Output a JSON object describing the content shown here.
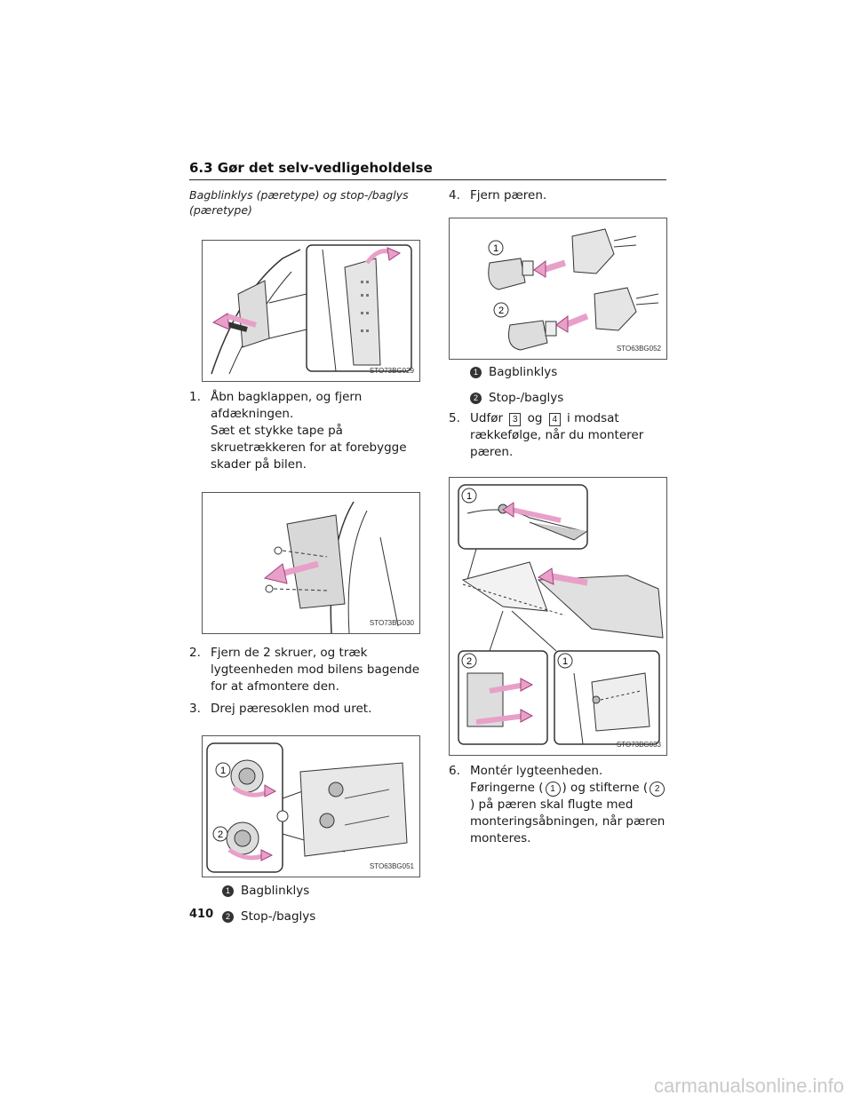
{
  "header": {
    "title": "6.3 Gør det selv-vedligeholdelse"
  },
  "subtitle": "Bagblinklys (pæretype) og stop-/baglys (pæretype)",
  "figures": {
    "f1": "STO73BG029",
    "f2": "STO73BG030",
    "f3": "STO63BG051",
    "f4": "STO63BG052",
    "f5": "STO73BG033"
  },
  "steps": {
    "s1_num": "1.",
    "s1_text": "Åbn bagklappen, og fjern afdækningen.",
    "s1_note": "Sæt et stykke tape på skruetrækkeren for at forebygge skader på bilen.",
    "s2_num": "2.",
    "s2_text": "Fjern de 2 skruer, og træk lygteenheden mod bilens bagende for at afmontere den.",
    "s3_num": "3.",
    "s3_text": "Drej pæresoklen mod uret.",
    "s4_num": "4.",
    "s4_text": "Fjern pæren.",
    "s5_num": "5.",
    "s5_pre": "Udfør",
    "s5_ref1": "3",
    "s5_mid": "og",
    "s5_ref2": "4",
    "s5_post": "i modsat rækkefølge, når du monterer pæren.",
    "s6_num": "6.",
    "s6_text": "Montér lygteenheden.",
    "s6_note_a": "Føringerne (",
    "s6_ref1": "1",
    "s6_note_b": ") og stifterne (",
    "s6_ref2": "2",
    "s6_note_c": ") på pæren skal flugte med monteringsåbningen, når pæren monteres."
  },
  "legend": {
    "n1": "1",
    "n2": "2",
    "bagblinklys": "Bagblinklys",
    "stop_baglys": "Stop-/baglys"
  },
  "callouts": {
    "one": "1",
    "two": "2"
  },
  "page_number": "410",
  "watermark": "carmanualsonline.info"
}
